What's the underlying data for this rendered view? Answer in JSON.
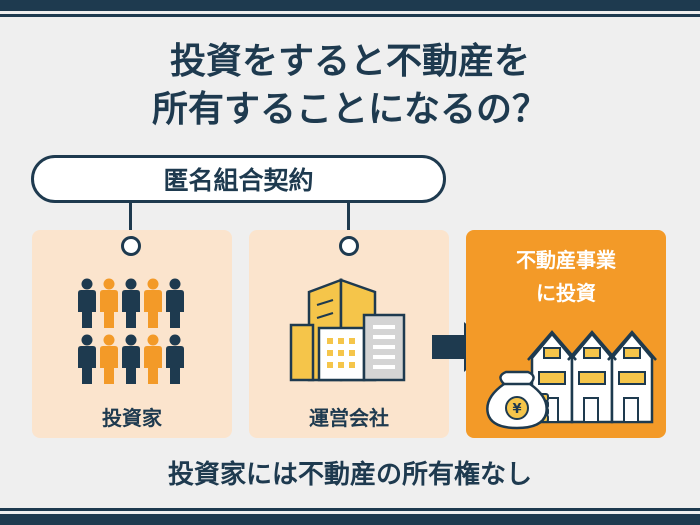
{
  "title_line1": "投資をすると不動産を",
  "title_line2": "所有することになるの？",
  "contract_label": "匿名組合契約",
  "investors_label": "投資家",
  "company_label": "運営会社",
  "business_label_line1": "不動産事業",
  "business_label_line2": "に投資",
  "yen_symbol": "¥",
  "footer_text": "投資家には不動産の所有権なし",
  "colors": {
    "navy": "#1e3a4f",
    "orange": "#f39a28",
    "light_peach": "#fbe4cd",
    "yellow": "#f5c54a",
    "background": "#efefef"
  }
}
